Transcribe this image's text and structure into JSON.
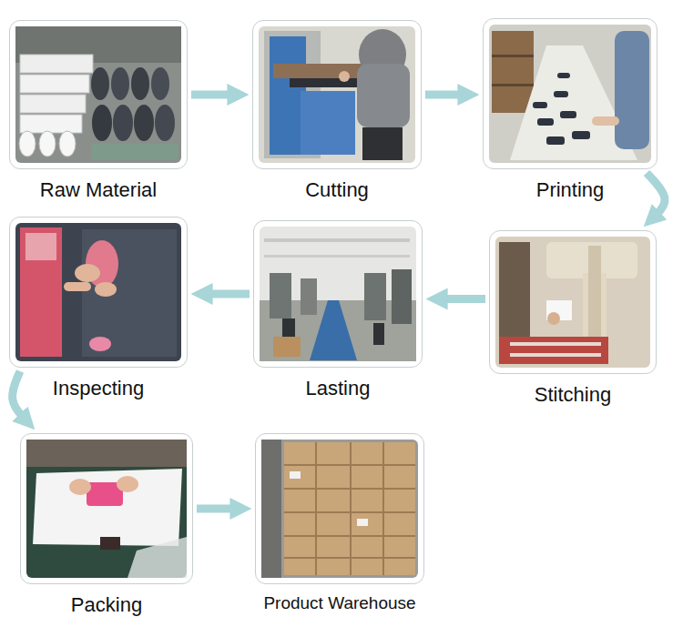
{
  "diagram": {
    "nodes": [
      {
        "text": [
          "Raw Material"
        ]
      },
      {
        "text": [
          "Cutting"
        ]
      },
      {
        "text": [
          "Printing"
        ]
      },
      {
        "text": [
          "Stitching"
        ]
      },
      {
        "text": [
          "Lasting"
        ]
      },
      {
        "text": [
          "Inspecting"
        ]
      },
      {
        "text": [
          "Packing"
        ]
      },
      {
        "text": [
          "Product Warehouse"
        ]
      }
    ],
    "edges": [
      {
        "from": 0,
        "to": 1,
        "arrow": "to"
      },
      {
        "from": 1,
        "to": 2,
        "arrow": "to"
      },
      {
        "from": 2,
        "to": 3,
        "arrow": "to"
      },
      {
        "from": 3,
        "to": 4,
        "arrow": "to"
      },
      {
        "from": 4,
        "to": 5,
        "arrow": "to"
      },
      {
        "from": 5,
        "to": 6,
        "arrow": "to"
      },
      {
        "from": 6,
        "to": 7,
        "arrow": "to"
      }
    ]
  }
}
